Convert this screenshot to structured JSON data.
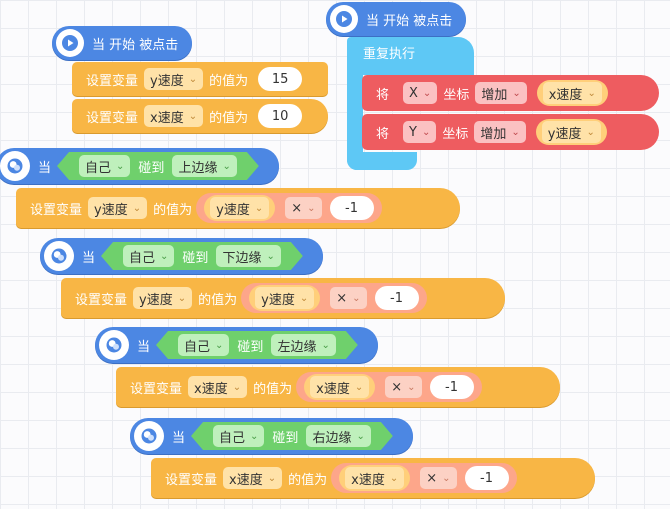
{
  "labels": {
    "when_start_clicked": "当 开始 被点击",
    "when": "当",
    "set_variable": "设置变量",
    "value_is": "的值为",
    "repeat_forever": "重复执行",
    "move_prefix": "将",
    "coordinate": "坐标",
    "touch": "碰到",
    "chevron": "⌄"
  },
  "variables": {
    "y_speed": "y速度",
    "x_speed": "x速度"
  },
  "init_script": {
    "y_value": "15",
    "x_value": "10"
  },
  "forever_script": {
    "axis_x": "X",
    "axis_y": "Y",
    "increase": "增加"
  },
  "events": [
    {
      "subject": "自己",
      "edge": "上边缘",
      "operator": "×",
      "factor": "-1"
    },
    {
      "subject": "自己",
      "edge": "下边缘",
      "operator": "×",
      "factor": "-1"
    },
    {
      "subject": "自己",
      "edge": "左边缘",
      "operator": "×",
      "factor": "-1"
    },
    {
      "subject": "自己",
      "edge": "右边缘",
      "operator": "×",
      "factor": "-1"
    }
  ],
  "colors": {
    "event": "#4c87e3",
    "variable": "#f8b645",
    "control": "#5ec8f5",
    "motion": "#ee5c60",
    "sensing": "#6fd06c",
    "operator": "#fda68a"
  }
}
